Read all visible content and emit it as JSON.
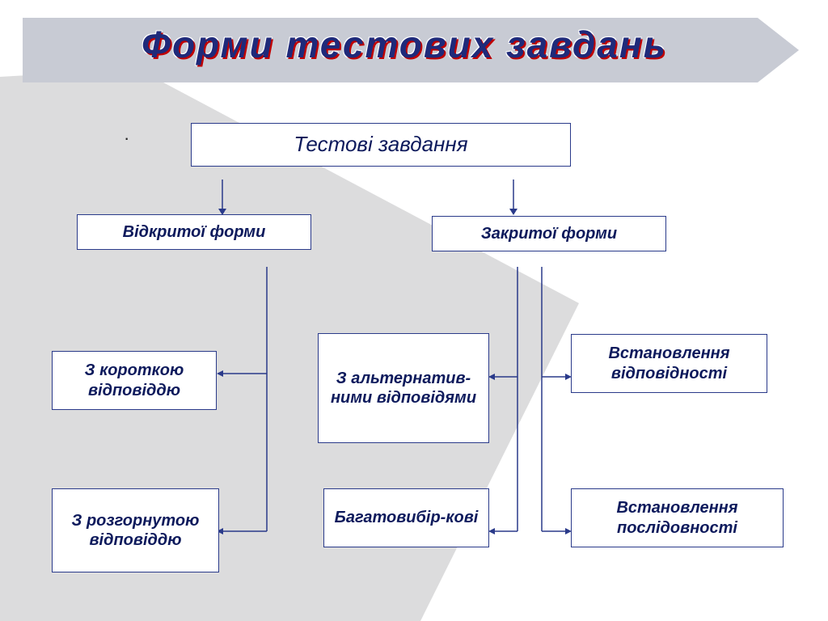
{
  "title": "Форми тестових завдань",
  "nodes": {
    "root": "Тестові завдання",
    "open_form": "Відкритої форми",
    "closed_form": "Закритої форми",
    "short_answer": "З короткою відповіддю",
    "extended_answer": "З розгорнутою відповіддю",
    "alternative_answers": "З альтернатив-ними відповідями",
    "multiple_choice": "Багатовибір-кові",
    "matching": "Встановлення відповідності",
    "sequencing": "Встановлення послідовності"
  },
  "colors": {
    "text": "#0d1a5c",
    "box_border": "#2a3a8a",
    "lines": "#2a3a8a",
    "title_shadow": "#c00000",
    "background_shape": "#dcdcdd",
    "banner": "#c8cbd4"
  }
}
